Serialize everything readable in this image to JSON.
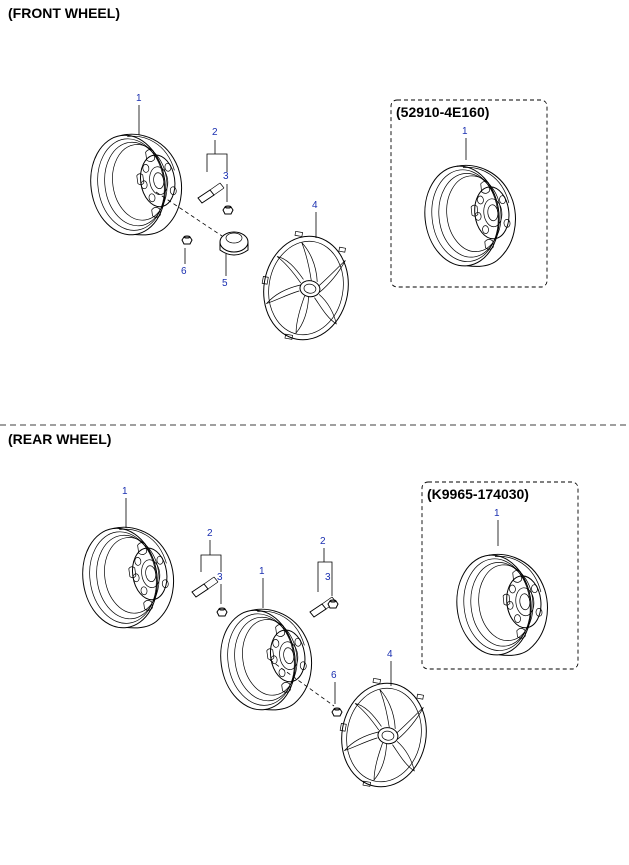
{
  "front": {
    "heading": "(FRONT WHEEL)",
    "callouts": {
      "wheel": "1",
      "stud": "2",
      "nut": "3",
      "cover": "4",
      "cap": "5",
      "lugnut": "6"
    },
    "option": {
      "part_number": "(52910-4E160)",
      "callout": "1"
    }
  },
  "rear": {
    "heading": "(REAR WHEEL)",
    "callouts": {
      "outer_wheel": "1",
      "outer_stud": "2",
      "outer_nut": "3",
      "inner_wheel": "1",
      "inner_stud": "2",
      "inner_nut": "3",
      "lugnut": "6",
      "cover": "4"
    },
    "option": {
      "part_number": "(K9965-174030)",
      "callout": "1"
    }
  },
  "colors": {
    "callout": "#1a2fb0",
    "line": "#000000"
  }
}
